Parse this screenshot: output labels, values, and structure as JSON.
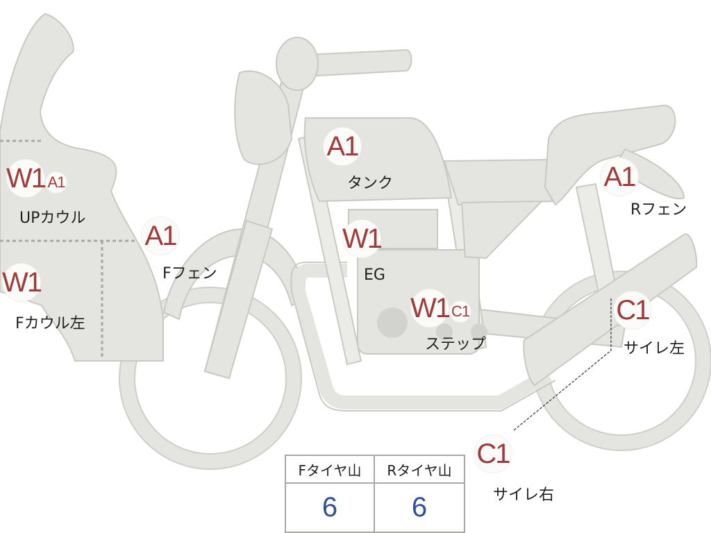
{
  "markers": {
    "upcowl_w1": "W1",
    "upcowl_a1": "A1",
    "fcowl_w1": "W1",
    "ffender_a1": "A1",
    "tank_a1": "A1",
    "engine_w1": "W1",
    "step_w1": "W1",
    "step_c1": "C1",
    "rfender_a1": "A1",
    "sidecover_left_c1": "C1",
    "sidecover_right_c1": "C1"
  },
  "labels": {
    "upcowl": "UPカウル",
    "fcowl_left": "Fカウル左",
    "ffender": "Fフェン",
    "tank": "タンク",
    "engine": "EG",
    "step": "ステップ",
    "rfender": "Rフェン",
    "sidecover_left": "サイレ左",
    "sidecover_right": "サイレ右"
  },
  "tire_table": {
    "headers": [
      "Fタイヤ山",
      "Rタイヤ山"
    ],
    "values": [
      "6",
      "6"
    ]
  },
  "colors": {
    "marker_text": "#a23a3a",
    "tire_value": "#2e4fa0",
    "body_fill": "#e4e4e0"
  }
}
